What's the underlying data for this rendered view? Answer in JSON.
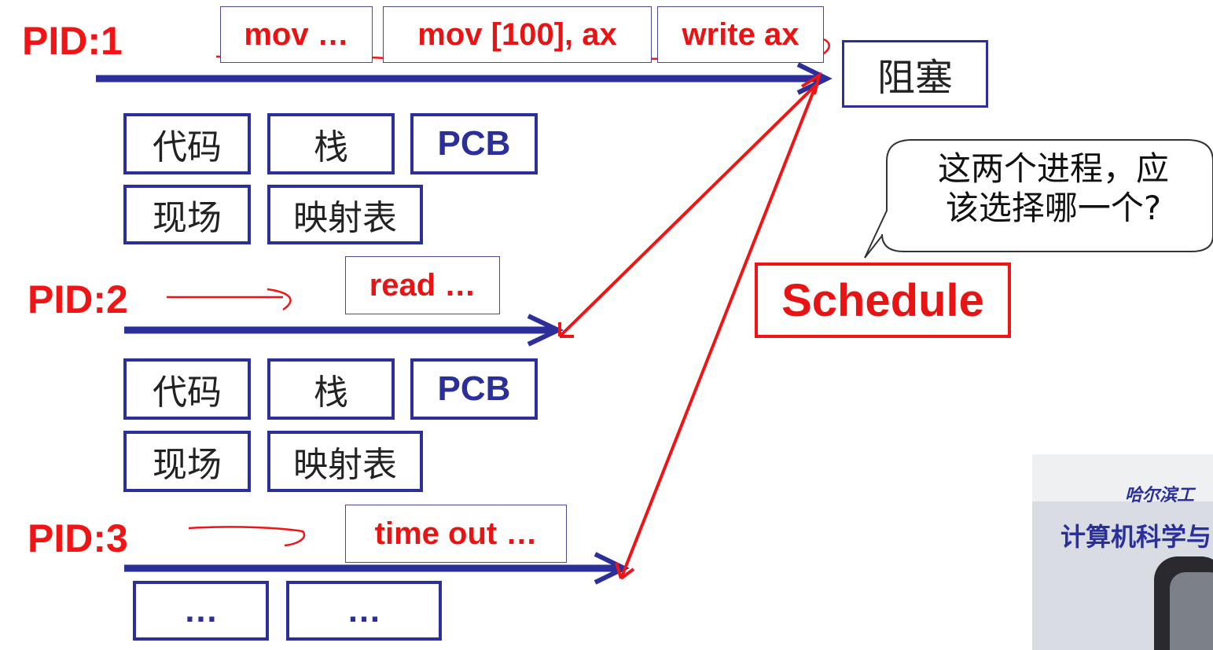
{
  "processes": [
    {
      "pid_label": "PID:1",
      "instructions": [
        "mov …",
        "mov [100], ax",
        "write ax"
      ],
      "blocks_row1": [
        "代码",
        "栈",
        "PCB"
      ],
      "blocks_row2": [
        "现场",
        "映射表"
      ]
    },
    {
      "pid_label": "PID:2",
      "instructions": [
        "read …"
      ],
      "blocks_row1": [
        "代码",
        "栈",
        "PCB"
      ],
      "blocks_row2": [
        "现场",
        "映射表"
      ]
    },
    {
      "pid_label": "PID:3",
      "instructions": [
        "time out …"
      ],
      "blocks_row1": [
        "…",
        "…"
      ]
    }
  ],
  "blocked_label": "阻塞",
  "schedule_label": "Schedule",
  "bubble": {
    "line1": "这两个进程，应",
    "line2": "该选择哪一个?"
  },
  "video": {
    "caption_top": "哈尔滨工",
    "caption_main": "计算机科学与"
  },
  "colors": {
    "red": "#f01414",
    "blue": "#2a2f9a"
  }
}
